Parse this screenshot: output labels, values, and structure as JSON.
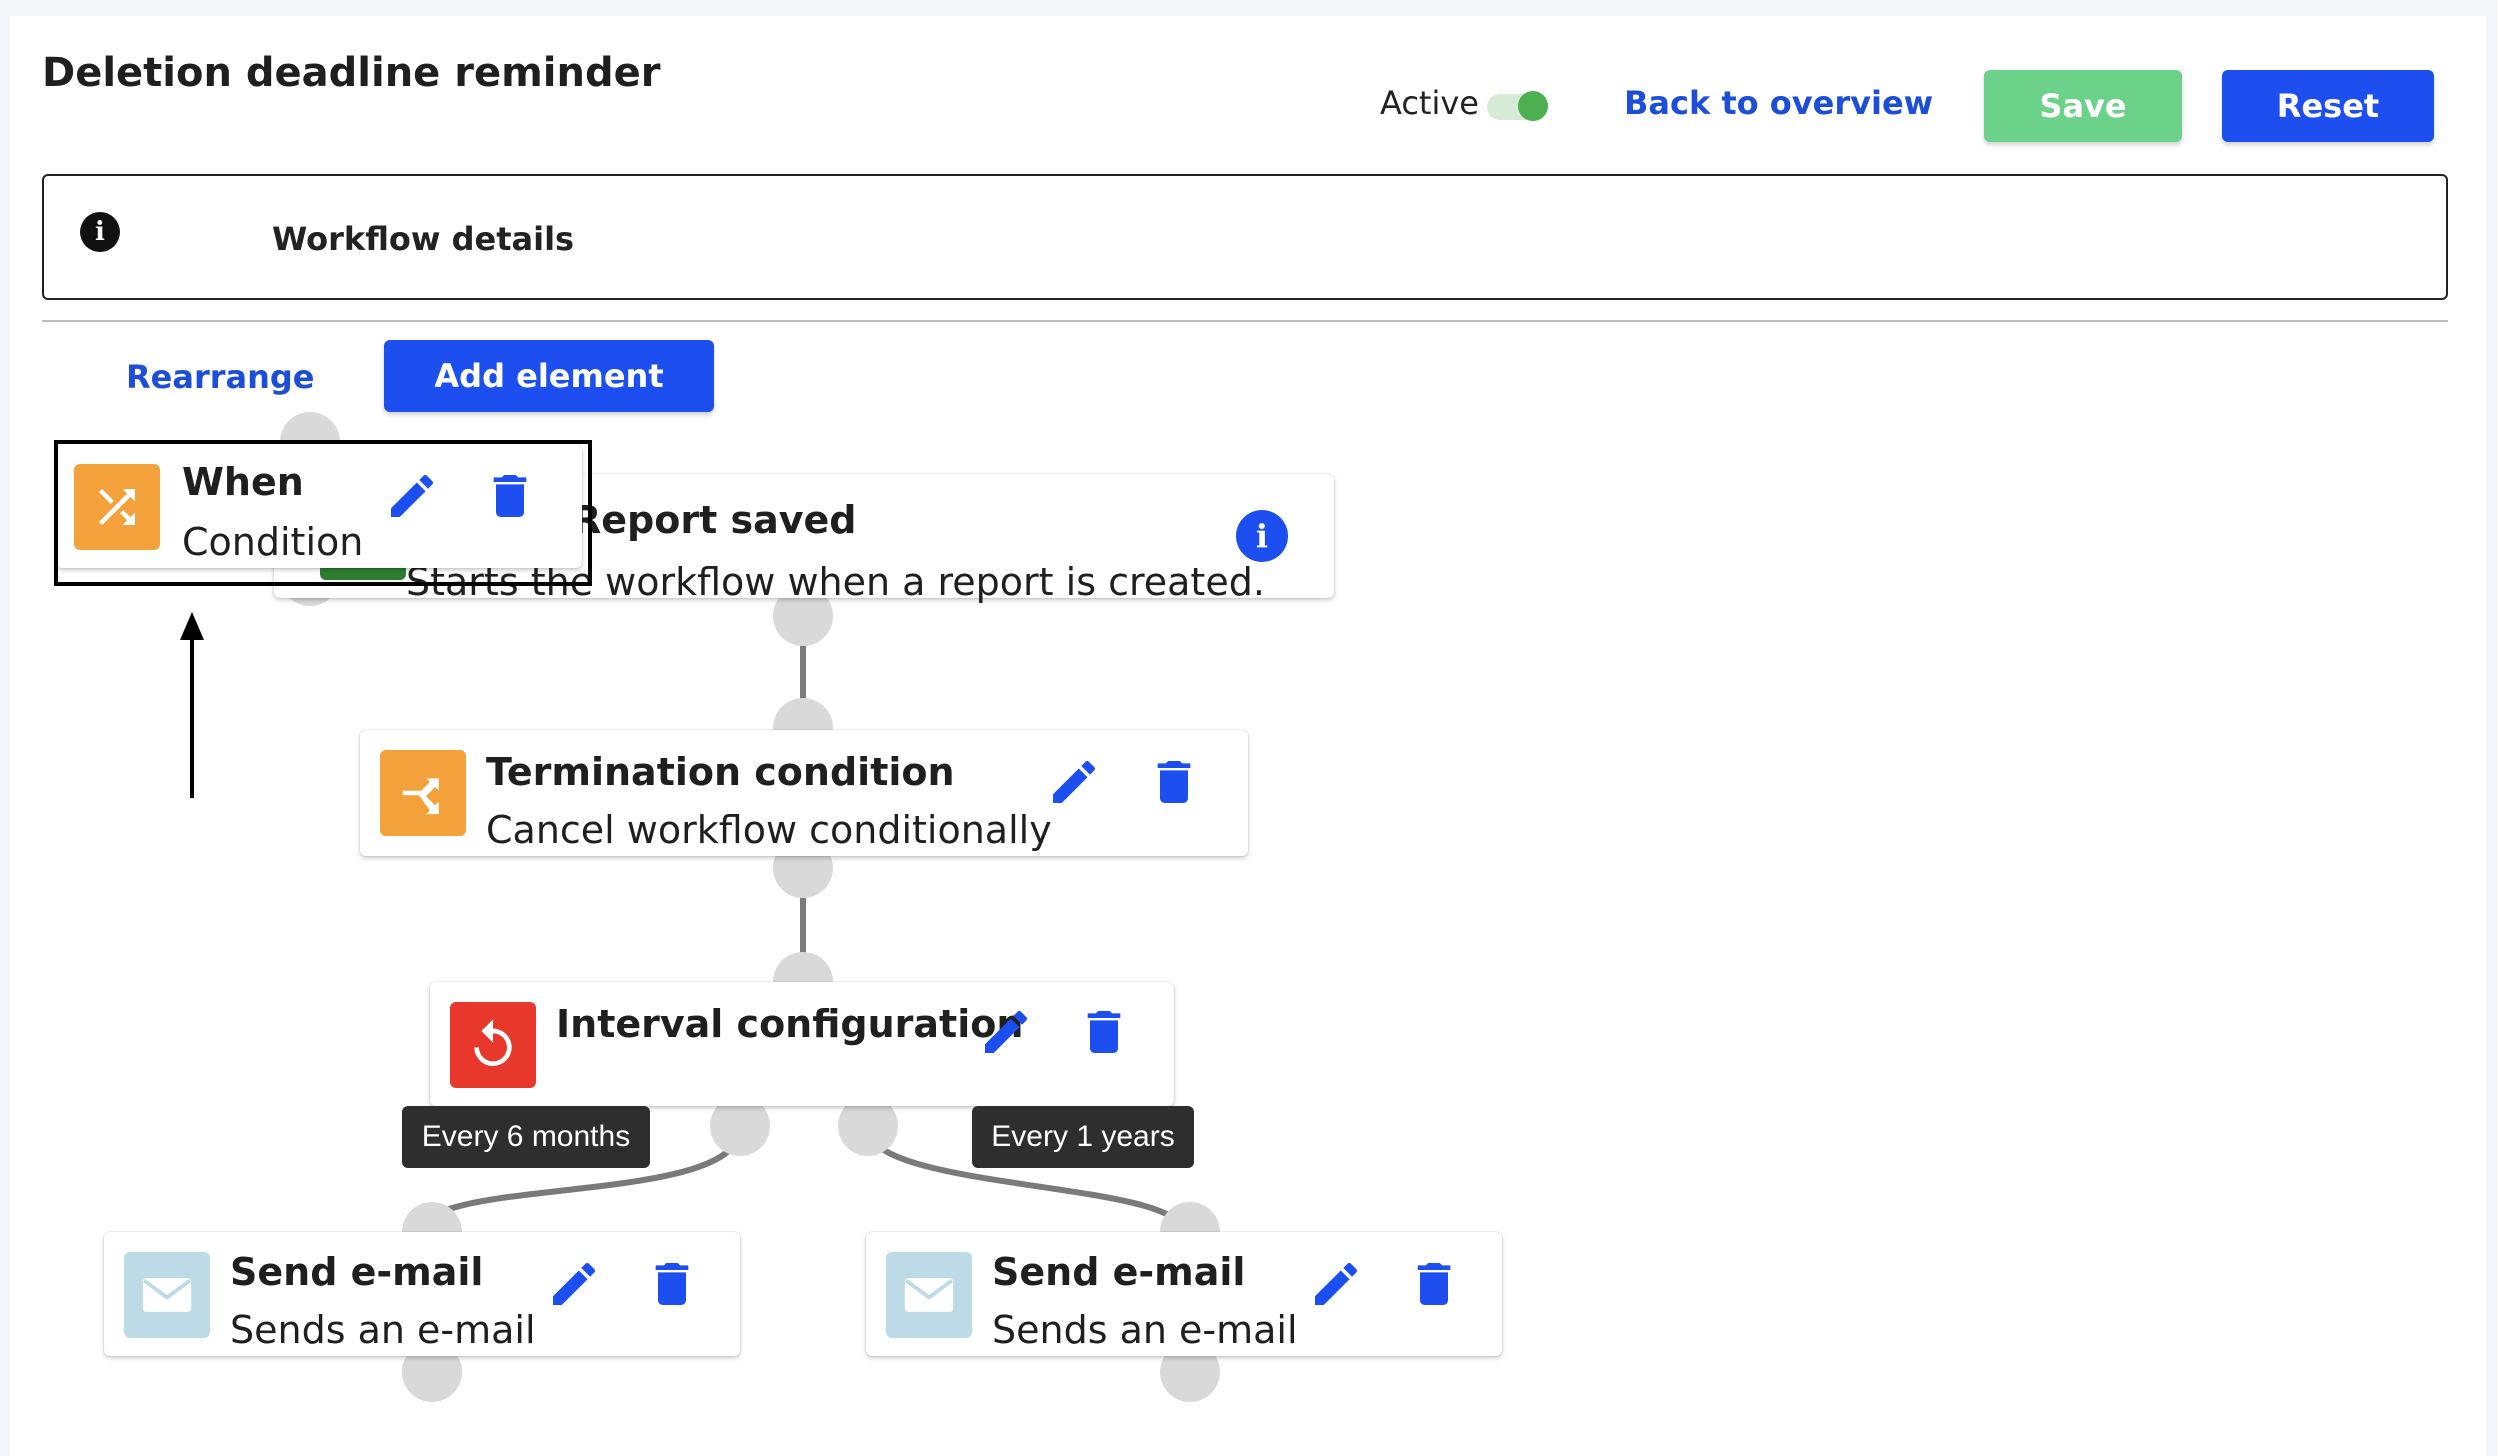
{
  "header": {
    "title": "Deletion deadline reminder",
    "active_label": "Active",
    "back_link": "Back to overview",
    "save_label": "Save",
    "reset_label": "Reset"
  },
  "details": {
    "label": "Workflow details",
    "info_icon": "info-circle-icon"
  },
  "toolbar": {
    "rearrange_label": "Rearrange",
    "add_element_label": "Add element"
  },
  "nodes": {
    "trigger": {
      "title": "Report saved",
      "subtitle": "Starts the workflow when a report is created.",
      "icon": "document-icon"
    },
    "when": {
      "title": "When",
      "subtitle": "Condition",
      "icon": "shuffle-icon"
    },
    "termination": {
      "title": "Termination condition",
      "subtitle": "Cancel workflow conditionally",
      "icon": "split-arrows-icon"
    },
    "interval": {
      "title": "Interval configuration",
      "icon": "refresh-icon"
    },
    "email_left": {
      "title": "Send e-mail",
      "subtitle": "Sends an e-mail",
      "icon": "envelope-icon"
    },
    "email_right": {
      "title": "Send e-mail",
      "subtitle": "Sends an e-mail",
      "icon": "envelope-icon"
    }
  },
  "edges": {
    "left_label": "Every 6 months",
    "right_label": "Every 1 years"
  },
  "colors": {
    "primary": "#1d4ff0",
    "save": "#6dd289",
    "toggle": "#4caf50",
    "orange": "#f2a13b",
    "red": "#e8382b",
    "mail_tile": "#bcdbe7"
  }
}
